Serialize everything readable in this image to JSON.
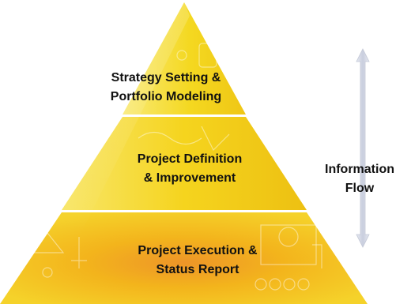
{
  "diagram": {
    "tiers": [
      {
        "line1": "Strategy Setting &",
        "line2": "Portfolio Modeling"
      },
      {
        "line1": "Project Definition",
        "line2": "& Improvement"
      },
      {
        "line1": "Project Execution &",
        "line2": "Status Report"
      }
    ],
    "flow": {
      "line1": "Information",
      "line2": "Flow"
    }
  },
  "colors": {
    "pyramid_light": "#fbf2a0",
    "pyramid_mid": "#f5d21c",
    "pyramid_dark": "#e8b30c",
    "pyramid_core": "#ee9a2a",
    "arrow": "#d5d9e6"
  }
}
